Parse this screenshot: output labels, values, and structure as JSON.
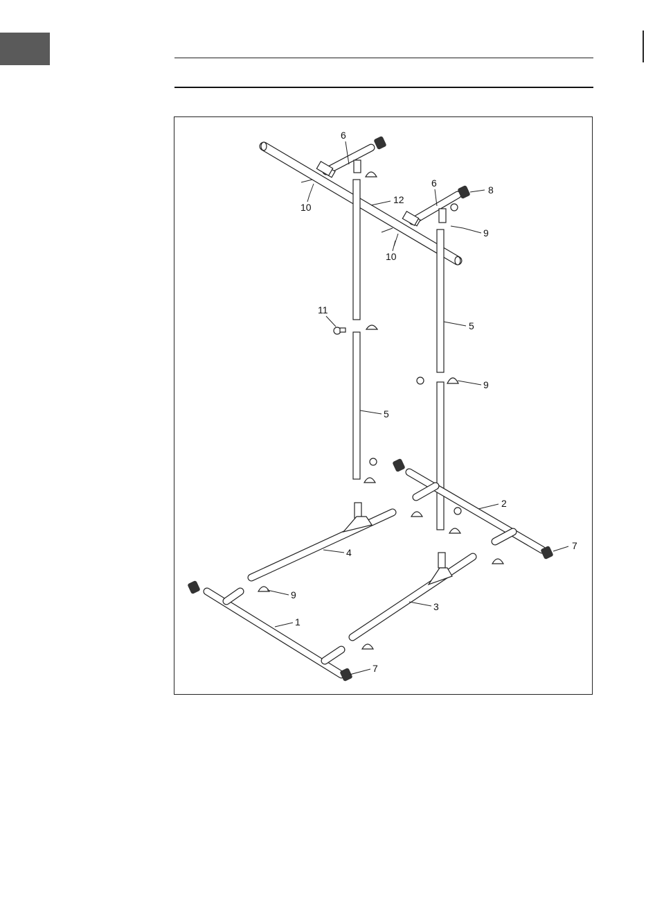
{
  "diagram": {
    "callouts": [
      {
        "id": "c6a",
        "label": "6"
      },
      {
        "id": "c6b",
        "label": "6"
      },
      {
        "id": "c8",
        "label": "8"
      },
      {
        "id": "c12",
        "label": "12"
      },
      {
        "id": "c10a",
        "label": "10"
      },
      {
        "id": "c10b",
        "label": "10"
      },
      {
        "id": "c9a",
        "label": "9"
      },
      {
        "id": "c11",
        "label": "11"
      },
      {
        "id": "c5a",
        "label": "5"
      },
      {
        "id": "c9b",
        "label": "9"
      },
      {
        "id": "c5b",
        "label": "5"
      },
      {
        "id": "c2",
        "label": "2"
      },
      {
        "id": "c7a",
        "label": "7"
      },
      {
        "id": "c4",
        "label": "4"
      },
      {
        "id": "c9c",
        "label": "9"
      },
      {
        "id": "c3",
        "label": "3"
      },
      {
        "id": "c1",
        "label": "1"
      },
      {
        "id": "c7b",
        "label": "7"
      }
    ]
  }
}
